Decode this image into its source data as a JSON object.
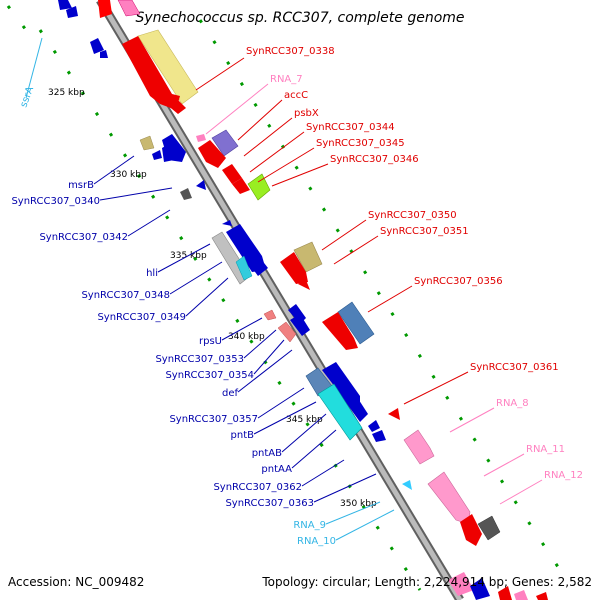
{
  "title": "Synechococcus sp. RCC307, complete genome",
  "footer": {
    "accession": "Accession: NC_009482",
    "summary": "Topology: circular; Length: 2,224,914 bp; Genes: 2,582"
  },
  "scale_labels": [
    "325 kbp",
    "330 kbp",
    "335 kbp",
    "340 kbp",
    "345 kbp",
    "350 kbp"
  ],
  "colors": {
    "backbone": "#a0a0a0",
    "cds_forward": "#ff0000",
    "cds_reverse": "#0000cc",
    "rna": "#ff80c0",
    "rna_reverse": "#33ccff",
    "tick": "#009900"
  },
  "labels_right": [
    {
      "text": "SynRCC307_0338",
      "color": "#e00000"
    },
    {
      "text": "RNA_7",
      "color": "#ff80c0"
    },
    {
      "text": "accC",
      "color": "#e00000"
    },
    {
      "text": "psbX",
      "color": "#e00000"
    },
    {
      "text": "SynRCC307_0344",
      "color": "#e00000"
    },
    {
      "text": "SynRCC307_0345",
      "color": "#e00000"
    },
    {
      "text": "SynRCC307_0346",
      "color": "#e00000"
    },
    {
      "text": "SynRCC307_0350",
      "color": "#e00000"
    },
    {
      "text": "SynRCC307_0351",
      "color": "#e00000"
    },
    {
      "text": "SynRCC307_0356",
      "color": "#e00000"
    },
    {
      "text": "SynRCC307_0361",
      "color": "#e00000"
    },
    {
      "text": "RNA_8",
      "color": "#ff80c0"
    },
    {
      "text": "RNA_11",
      "color": "#ff80c0"
    },
    {
      "text": "RNA_12",
      "color": "#ff80c0"
    }
  ],
  "labels_left": [
    {
      "text": "ssrA",
      "color": "#33b5e5"
    },
    {
      "text": "msrB",
      "color": "#0000aa"
    },
    {
      "text": "SynRCC307_0340",
      "color": "#0000aa"
    },
    {
      "text": "SynRCC307_0342",
      "color": "#0000aa"
    },
    {
      "text": "hli",
      "color": "#0000aa"
    },
    {
      "text": "SynRCC307_0348",
      "color": "#0000aa"
    },
    {
      "text": "SynRCC307_0349",
      "color": "#0000aa"
    },
    {
      "text": "rpsU",
      "color": "#0000aa"
    },
    {
      "text": "SynRCC307_0353",
      "color": "#0000aa"
    },
    {
      "text": "SynRCC307_0354",
      "color": "#0000aa"
    },
    {
      "text": "def",
      "color": "#0000aa"
    },
    {
      "text": "SynRCC307_0357",
      "color": "#0000aa"
    },
    {
      "text": "pntB",
      "color": "#0000aa"
    },
    {
      "text": "pntAB",
      "color": "#0000aa"
    },
    {
      "text": "pntAA",
      "color": "#0000aa"
    },
    {
      "text": "SynRCC307_0362",
      "color": "#0000aa"
    },
    {
      "text": "SynRCC307_0363",
      "color": "#0000aa"
    },
    {
      "text": "RNA_9",
      "color": "#33b5e5"
    },
    {
      "text": "RNA_10",
      "color": "#33b5e5"
    }
  ]
}
